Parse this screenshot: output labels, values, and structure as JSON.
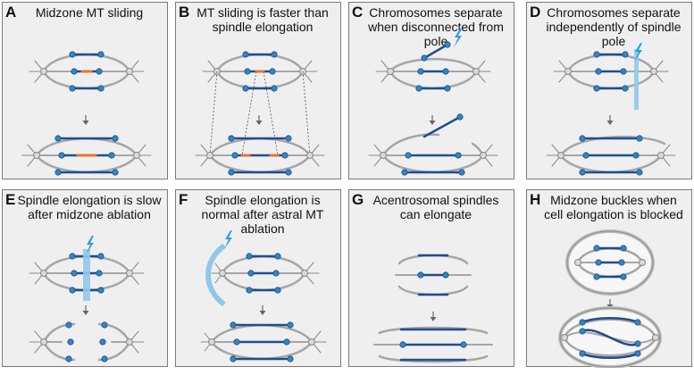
{
  "panels": [
    {
      "letter": "A",
      "title": "Midzone MT sliding"
    },
    {
      "letter": "B",
      "title": "MT sliding is faster than spindle elongation"
    },
    {
      "letter": "C",
      "title": "Chromosomes separate when disconnected from pole"
    },
    {
      "letter": "D",
      "title": "Chromosomes separate independently of spindle pole"
    },
    {
      "letter": "E",
      "title": "Spindle elongation is slow after midzone ablation"
    },
    {
      "letter": "F",
      "title": "Spindle elongation is normal after astral MT ablation"
    },
    {
      "letter": "G",
      "title": "Acentrosomal spindles can elongate"
    },
    {
      "letter": "H",
      "title": "Midzone buckles when cell elongation is blocked"
    }
  ],
  "colors": {
    "spindle": "#a6a6a6",
    "microtubule": "#1f4e8c",
    "chromosome": "#2f86c5",
    "overlap": "#e8772e",
    "ablation": "#8fc9ea",
    "laser": "#2a9fe0",
    "panel_bg": "#efefef"
  }
}
